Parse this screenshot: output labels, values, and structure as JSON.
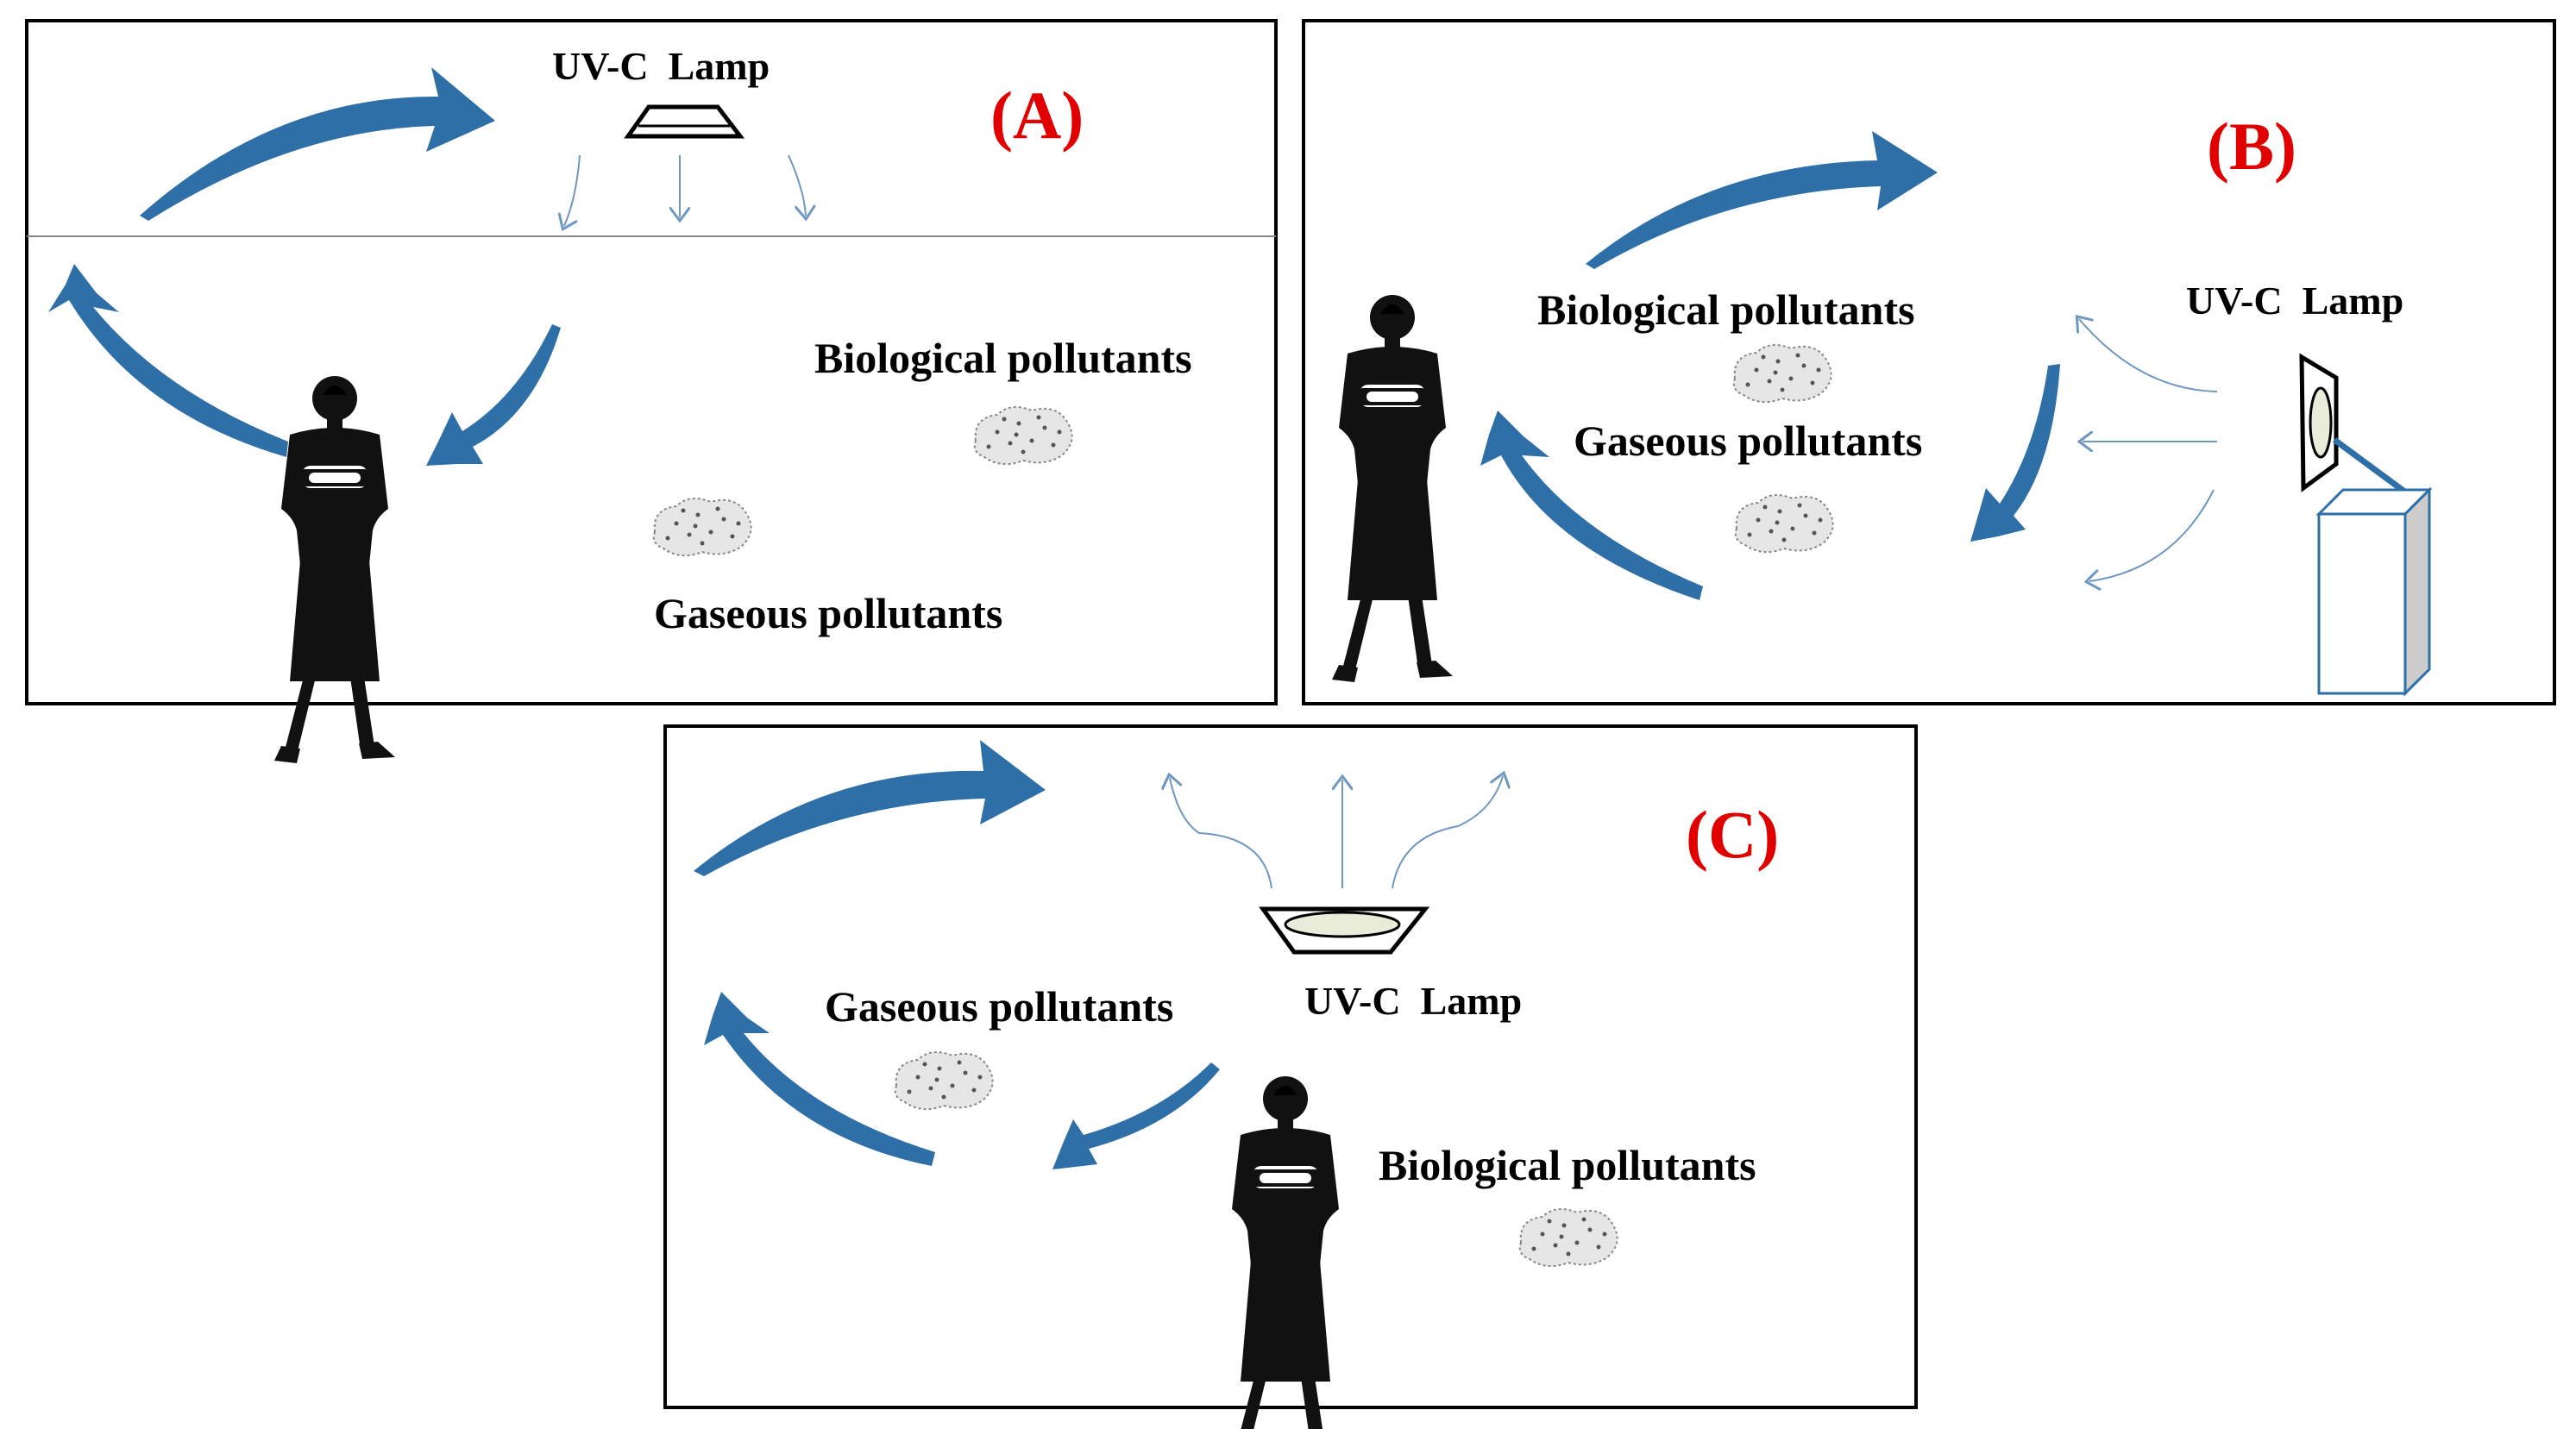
{
  "colors": {
    "panel_border": "#000000",
    "flow_arrow": "#2e6fa8",
    "light_ray": "#6f98c0",
    "panel_label": "#e00000",
    "silhouette": "#111111",
    "pollutant": "#777777"
  },
  "panels": [
    {
      "label": "(A)",
      "lamp_label": "UV-C  Lamp",
      "biological_label": "Biological pollutants",
      "gaseous_label": "Gaseous pollutants"
    },
    {
      "label": "(B)",
      "lamp_label": "UV-C  Lamp",
      "biological_label": "Biological pollutants",
      "gaseous_label": "Gaseous pollutants"
    },
    {
      "label": "(C)",
      "lamp_label": "UV-C  Lamp",
      "biological_label": "Biological pollutants",
      "gaseous_label": "Gaseous pollutants"
    }
  ],
  "icons": {
    "person": "woman-silhouette-icon",
    "lamp": "uv-lamp-icon",
    "pollutant": "pollutant-cloud-icon",
    "flow": "curved-arrow-icon"
  }
}
